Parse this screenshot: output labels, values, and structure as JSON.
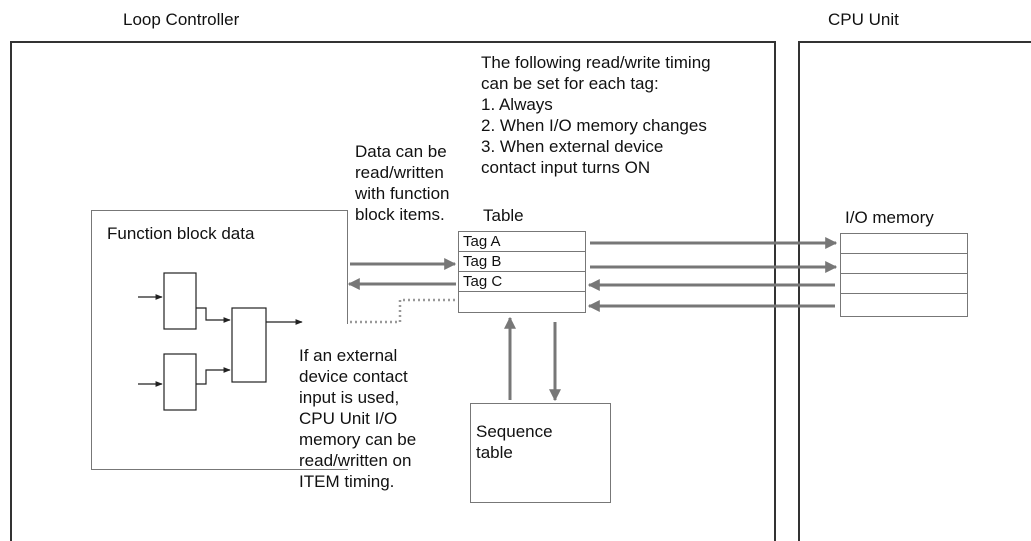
{
  "labels": {
    "loop_controller": "Loop Controller",
    "cpu_unit": "CPU Unit",
    "function_block_data": "Function block data",
    "table": "Table",
    "io_memory": "I/O memory",
    "sequence_table": [
      "Sequence",
      "table"
    ]
  },
  "table_tags": [
    "Tag A",
    "Tag B",
    "Tag C",
    ""
  ],
  "notes": {
    "timing": [
      "The following read/write timing",
      "can be set for each tag:",
      "1. Always",
      "2. When I/O memory changes",
      "3. When external device",
      "contact input turns ON"
    ],
    "data_rw": [
      "Data can be",
      "read/written",
      "with function",
      "block items."
    ],
    "external": [
      "If an external",
      "device contact",
      "input is used,",
      "CPU Unit I/O",
      "memory can be",
      "read/written on",
      "ITEM timing."
    ]
  }
}
